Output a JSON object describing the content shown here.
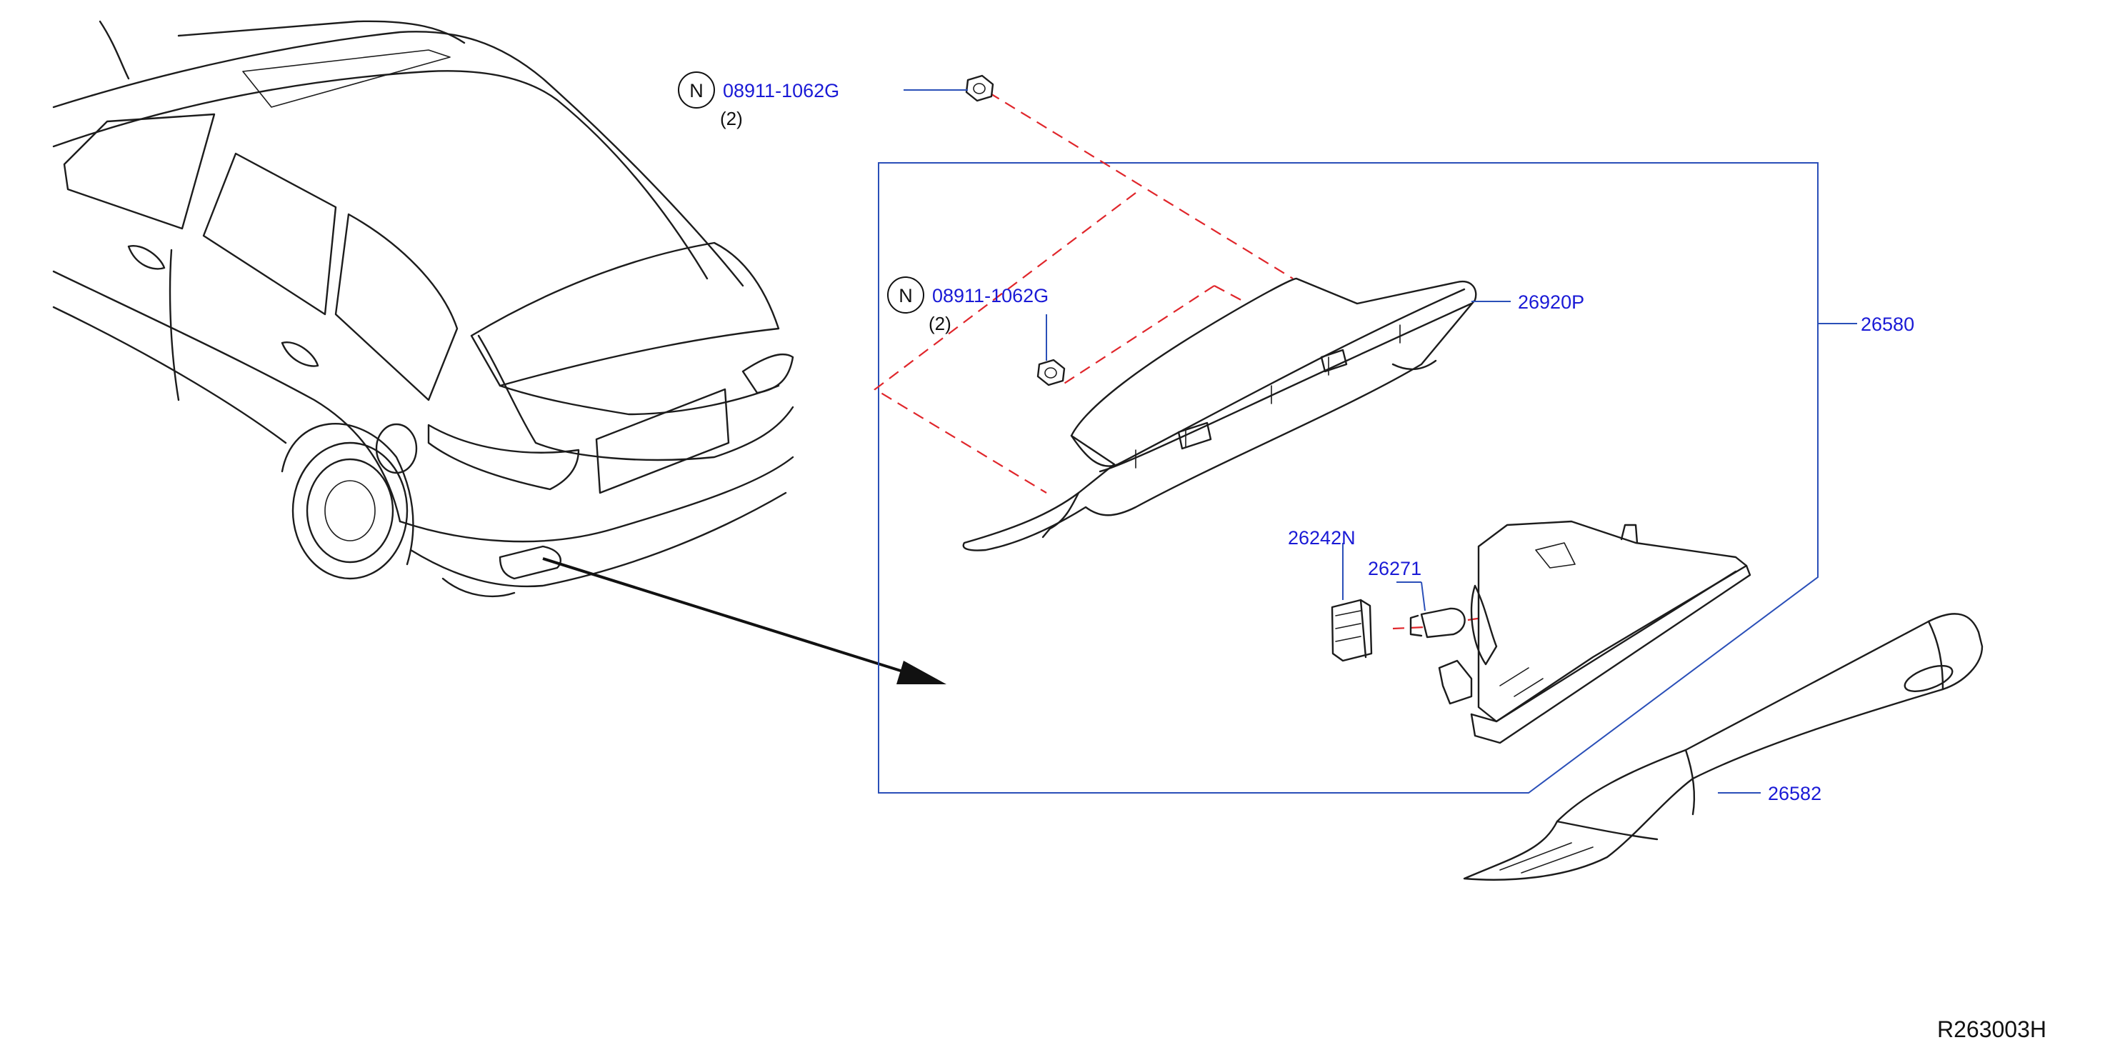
{
  "diagram": {
    "reference_code": "R263003H",
    "colors": {
      "label": "#1a1ad6",
      "leader": "#2a4fb8",
      "phantom_line": "#e0262b",
      "line_art": "#1c1c1c"
    },
    "callouts": {
      "nut_top": {
        "prefix": "N",
        "part_no": "08911-1062G",
        "qty": "(2)"
      },
      "nut_mid": {
        "prefix": "N",
        "part_no": "08911-1062G",
        "qty": "(2)"
      },
      "lamp_assy": "26580",
      "housing": "26920P",
      "socket": "26242N",
      "bulb": "26271",
      "lens_cover": "26582"
    }
  }
}
